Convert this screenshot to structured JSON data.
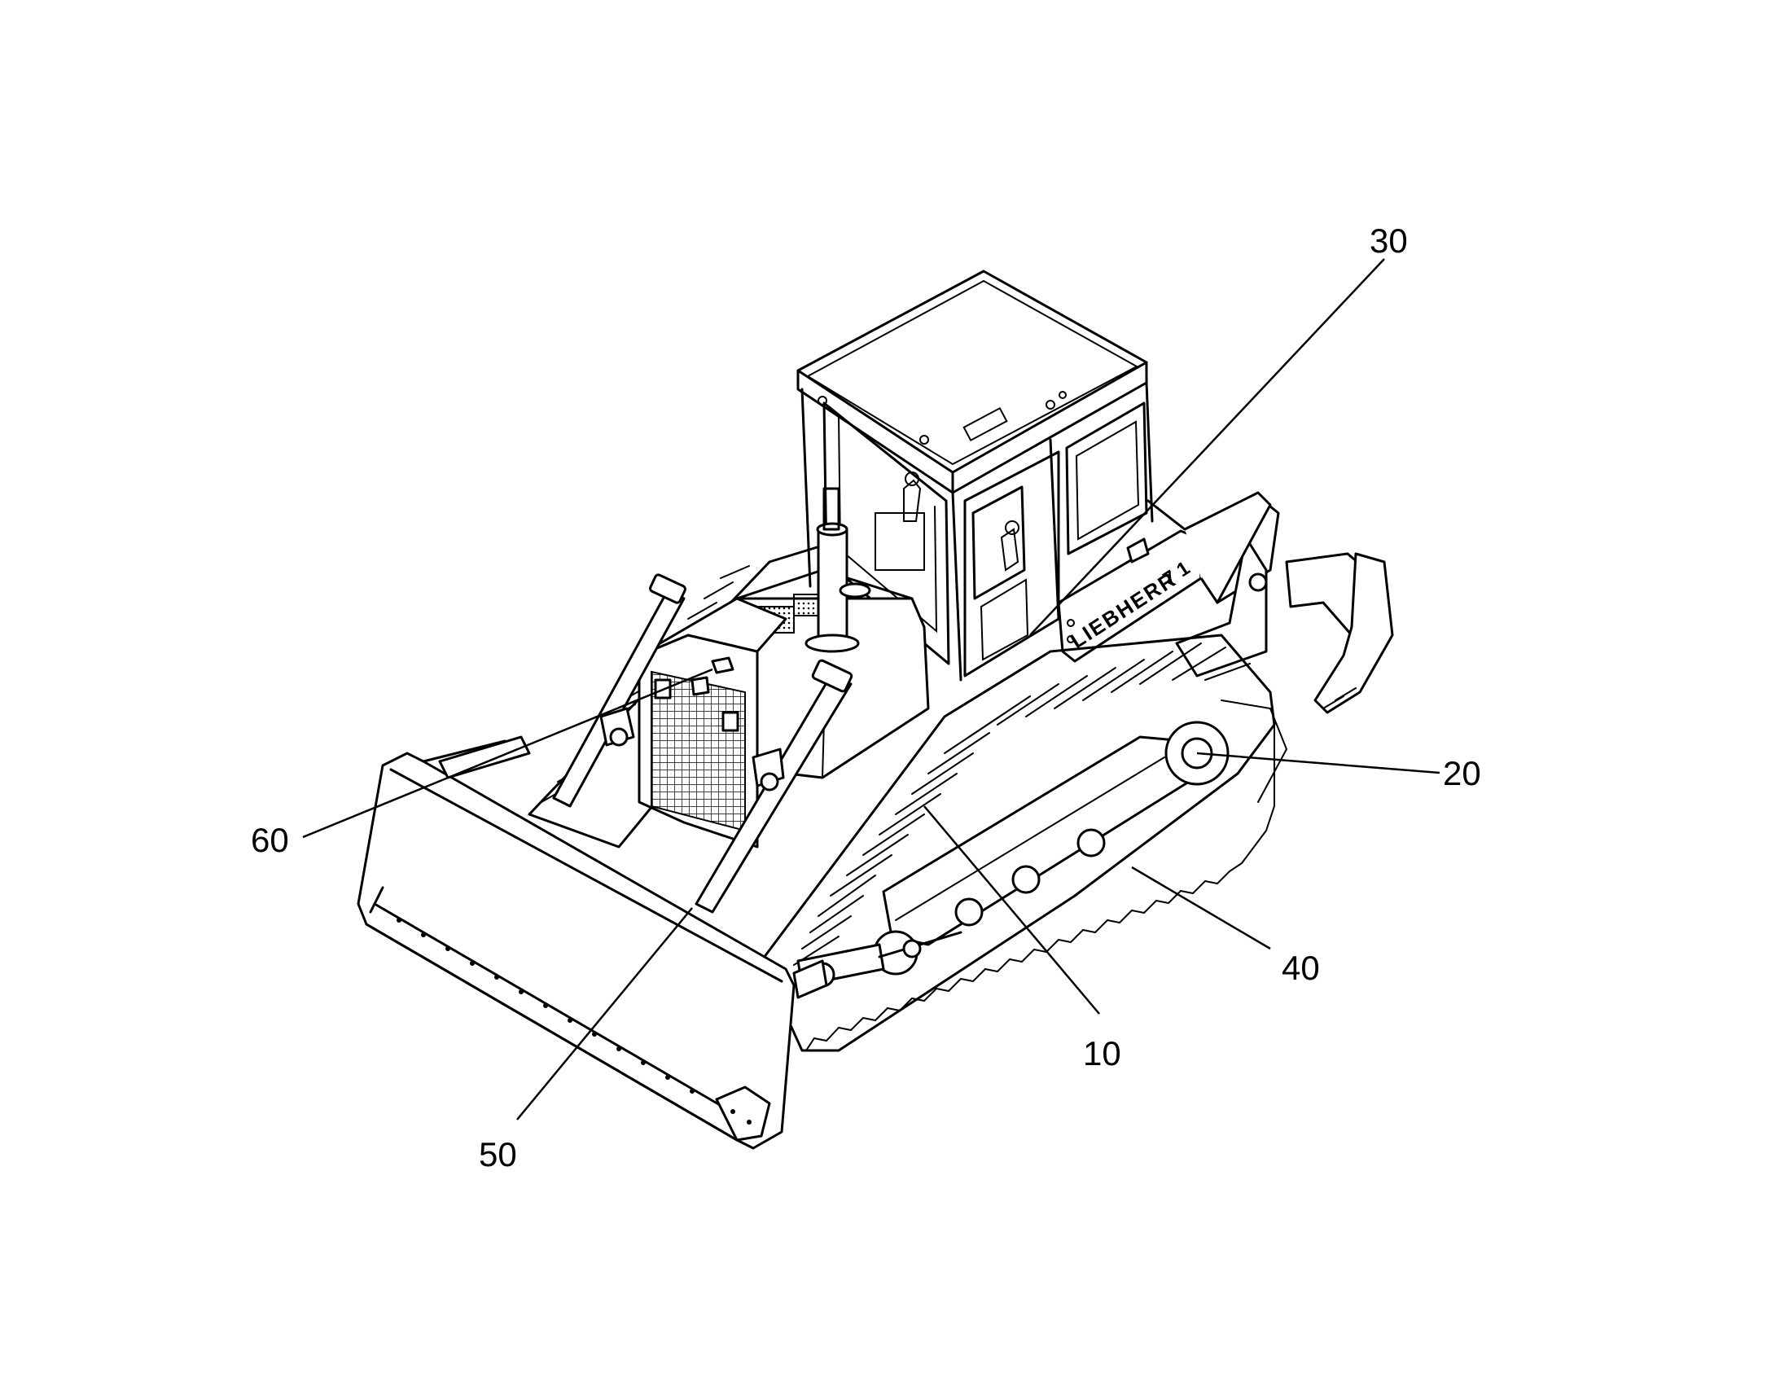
{
  "diagram": {
    "subject": "crawler-bulldozer",
    "brand_text": "LIEBHERR",
    "model_text": "7 1",
    "callouts": [
      {
        "id": "30",
        "label": "30"
      },
      {
        "id": "20",
        "label": "20"
      },
      {
        "id": "60",
        "label": "60"
      },
      {
        "id": "40",
        "label": "40"
      },
      {
        "id": "10",
        "label": "10"
      },
      {
        "id": "50",
        "label": "50"
      }
    ]
  },
  "colors": {
    "line": "#000000",
    "background": "#ffffff"
  }
}
